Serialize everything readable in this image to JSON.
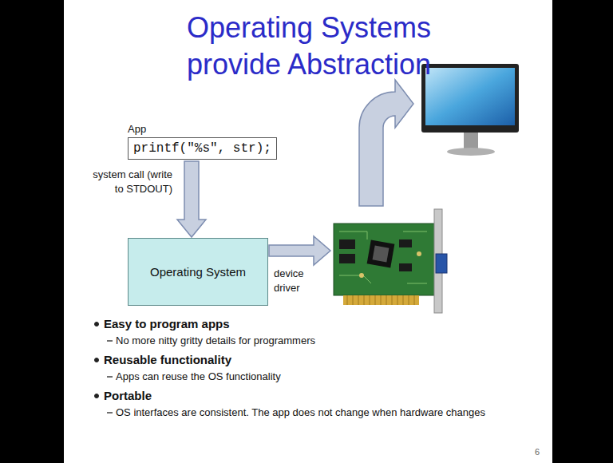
{
  "diagram": {
    "title": "Operating Systems provide Abstraction",
    "nodes": [
      {
        "text": [
          "App",
          "printf(\"%s\", str);"
        ]
      },
      {
        "text": [
          "Operating System"
        ]
      }
    ],
    "edges": [
      {
        "from": 0,
        "to": 1,
        "arrow": "to",
        "label": "system call (write to STDOUT)"
      }
    ],
    "labels": [
      "device driver",
      "Easy to program apps",
      "No more nitty gritty details for programmers",
      "Reusable functionality",
      "Apps can reuse the OS functionality",
      "Portable",
      "OS interfaces are consistent. The app does not change when hardware changes",
      "6"
    ]
  }
}
